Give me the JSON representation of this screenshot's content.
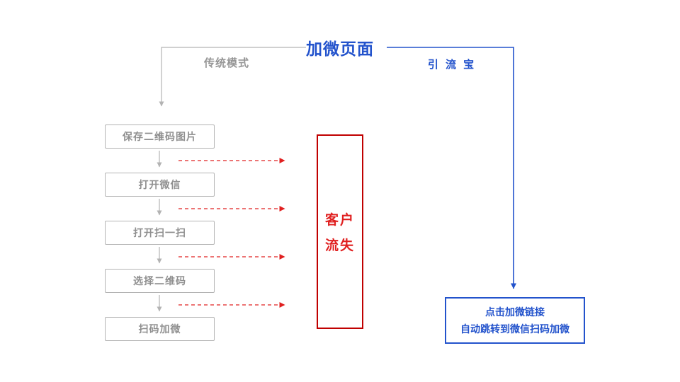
{
  "title": "加微页面",
  "branches": {
    "traditional_label": "传统模式",
    "yinliubao_label": "引 流 宝"
  },
  "steps": [
    "保存二维码图片",
    "打开微信",
    "打开扫一扫",
    "选择二维码",
    "扫码加微"
  ],
  "loss_box": {
    "line1": "客户",
    "line2": "流失"
  },
  "result_box": {
    "line1": "点击加微链接",
    "line2": "自动跳转到微信扫码加微"
  },
  "colors": {
    "blue": "#2353cc",
    "gray_text": "#969696",
    "gray_line": "#b3b3b3",
    "red": "#e02020",
    "red_border": "#c00000"
  }
}
